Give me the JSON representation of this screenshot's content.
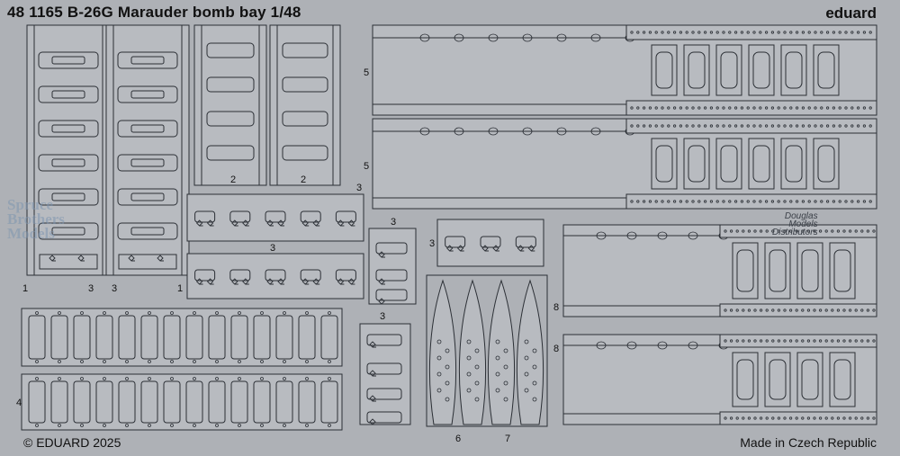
{
  "header": {
    "title": "48 1165 B-26G Marauder bomb bay 1/48",
    "brand": "eduard"
  },
  "footer": {
    "copyright": "© EDUARD 2025",
    "origin": "Made in Czech Republic"
  },
  "watermarks": {
    "left": [
      "Spruce",
      "Brothers",
      "Models"
    ],
    "right": [
      "Douglas",
      "Models",
      "Distributors"
    ]
  },
  "part_labels": {
    "p1a": "1",
    "p3a": "3",
    "p3b": "3",
    "p1b": "1",
    "p2a": "2",
    "p2b": "2",
    "p3c": "3",
    "p3d": "3",
    "p3e": "3",
    "p3f": "3",
    "p3g": "3",
    "p4": "4",
    "p5a": "5",
    "p5b": "5",
    "p6": "6",
    "p7": "7",
    "p8a": "8",
    "p8b": "8"
  },
  "colors": {
    "fret": "#aeb1b6",
    "part": "#b8bbc0",
    "outline": "#2b2f35"
  }
}
